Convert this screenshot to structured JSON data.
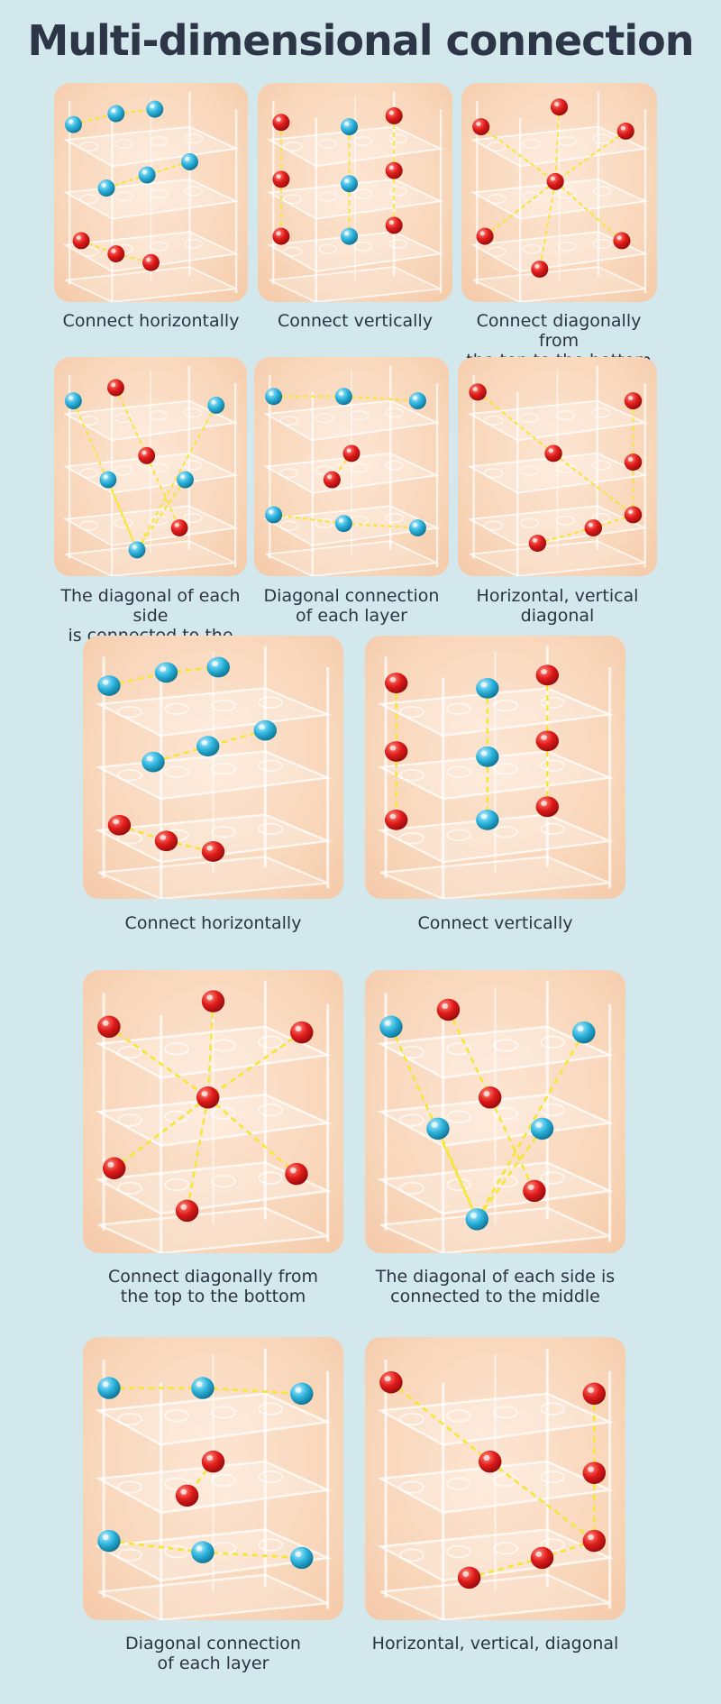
{
  "title": "Multi-dimensional connection",
  "colors": {
    "background": "#d3e8ec",
    "card": "#f8d5b8",
    "red_ball": "#e01b1b",
    "blue_ball": "#2bb3dc",
    "line": "#f5e63a"
  },
  "tiles": [
    {
      "caption": "Connect horizontally",
      "pattern": "horizontal"
    },
    {
      "caption": "Connect vertically",
      "pattern": "vertical"
    },
    {
      "caption": "Connect diagonally from\nthe top to the bottom",
      "pattern": "diagonal-through"
    },
    {
      "caption": "The diagonal of each side\nis connected to the middle",
      "pattern": "side-diagonal"
    },
    {
      "caption": "Diagonal connection\nof each layer",
      "pattern": "layer-diagonal"
    },
    {
      "caption": "Horizontal, vertical\ndiagonal",
      "pattern": "mixed"
    },
    {
      "caption": "Connect horizontally",
      "pattern": "horizontal"
    },
    {
      "caption": "Connect vertically",
      "pattern": "vertical"
    },
    {
      "caption": "Connect diagonally from\nthe top to the bottom",
      "pattern": "diagonal-through"
    },
    {
      "caption": "The diagonal of each side is\nconnected to the middle",
      "pattern": "side-diagonal"
    },
    {
      "caption": "Diagonal connection\nof each layer",
      "pattern": "layer-diagonal"
    },
    {
      "caption": "Horizontal, vertical, diagonal",
      "pattern": "mixed"
    }
  ]
}
